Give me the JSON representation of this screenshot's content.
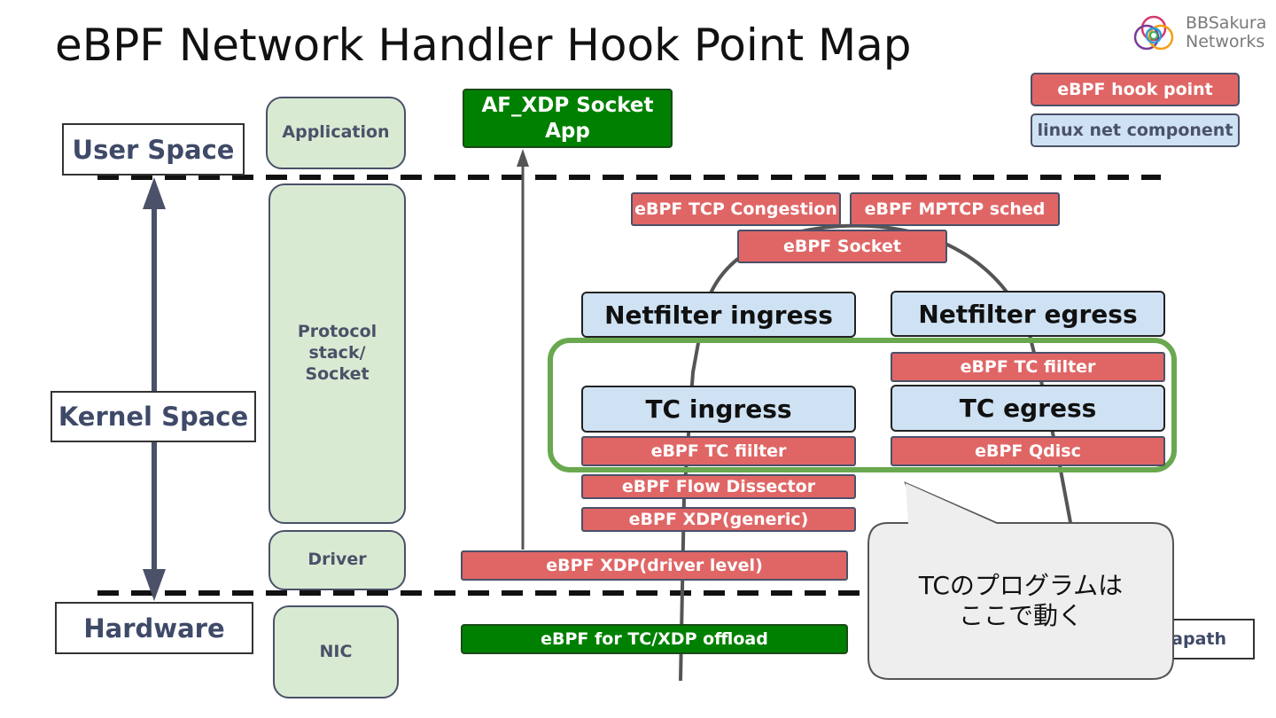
{
  "title": "eBPF Network Handler Hook Point Map",
  "logo": {
    "line1": "BBSakura",
    "line2": "Networks"
  },
  "legend": {
    "hook": "eBPF hook point",
    "component": "linux net component"
  },
  "spaces": {
    "user": "User Space",
    "kernel": "Kernel Space",
    "hardware": "Hardware"
  },
  "layers": {
    "application": "Application",
    "protocol_line1": "Protocol",
    "protocol_line2": "stack/",
    "protocol_line3": "Socket",
    "driver": "Driver",
    "nic": "NIC"
  },
  "af_xdp": {
    "line1": "AF_XDP Socket",
    "line2": "App"
  },
  "hooks": {
    "tcp_congestion": "eBPF TCP Congestion",
    "mptcp_sched": "eBPF MPTCP sched",
    "socket": "eBPF Socket",
    "tc_filter_egress": "eBPF TC fiilter",
    "tc_filter_ingress": "eBPF TC fiilter",
    "qdisc": "eBPF Qdisc",
    "flow_dissector": "eBPF Flow Dissector",
    "xdp_generic": "eBPF XDP(generic)",
    "xdp_driver": "eBPF XDP(driver level)"
  },
  "components": {
    "netfilter_ingress": "Netfilter ingress",
    "netfilter_egress": "Netfilter egress",
    "tc_ingress": "TC ingress",
    "tc_egress": "TC egress"
  },
  "offload": "eBPF for TC/XDP offload",
  "datapath_partial": "apath",
  "callout": {
    "line1": "TCのプログラムは",
    "line2": "ここで動く"
  },
  "colors": {
    "hook": "#e06666",
    "component": "#cfe2f3",
    "layer": "#d9ead3",
    "highlight": "#6aa84f",
    "offload": "#008000"
  }
}
